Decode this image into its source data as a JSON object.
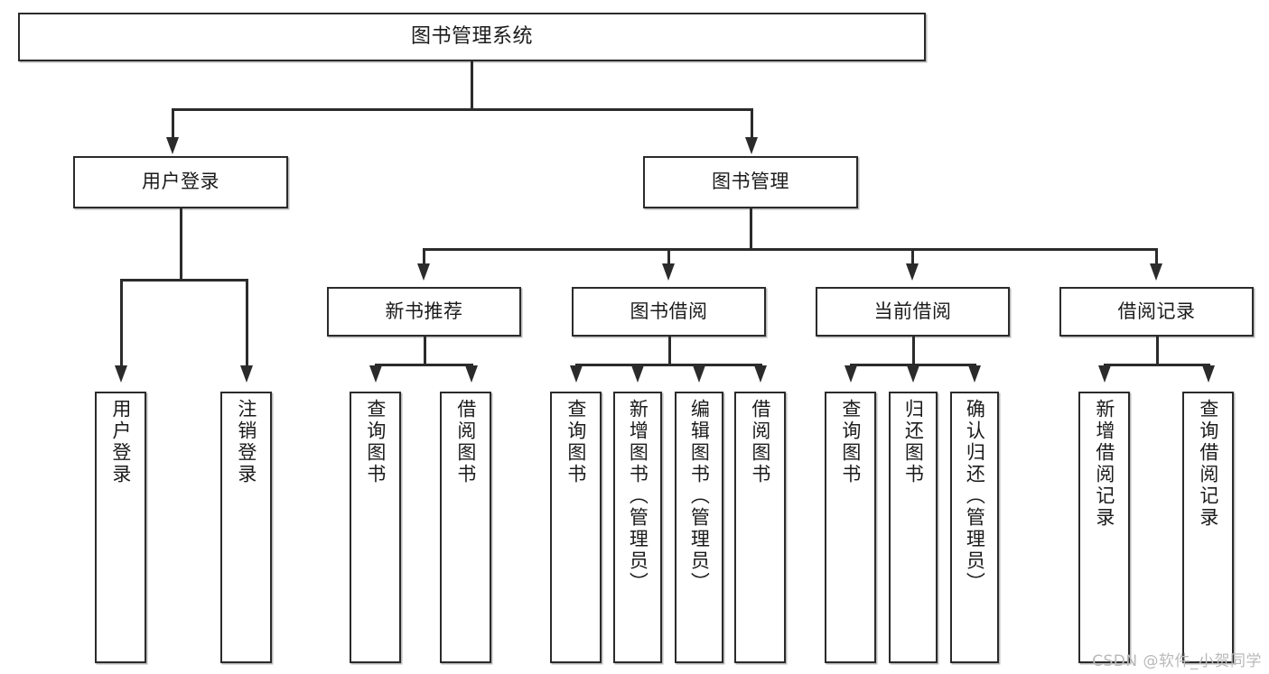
{
  "diagram": {
    "title": "图书管理系统",
    "type": "tree",
    "watermark": "CSDN @软件_小贺同学",
    "colors": {
      "stroke": "#2b2b2b",
      "fill": "#ffffff",
      "text": "#1b1b1b",
      "watermark": "#b9b9b9"
    },
    "root": {
      "label": "图书管理系统"
    },
    "level2": [
      {
        "label": "用户登录"
      },
      {
        "label": "图书管理"
      },
      {
        "label": "新书推荐"
      },
      {
        "label": "图书借阅"
      },
      {
        "label": "当前借阅"
      },
      {
        "label": "借阅记录"
      }
    ],
    "leaves": [
      {
        "label": "用户登录"
      },
      {
        "label": "注销登录"
      },
      {
        "label": "查询图书"
      },
      {
        "label": "借阅图书"
      },
      {
        "label": "查询图书"
      },
      {
        "label": "新增图书（管理员）"
      },
      {
        "label": "编辑图书（管理员）"
      },
      {
        "label": "借阅图书"
      },
      {
        "label": "查询图书"
      },
      {
        "label": "归还图书"
      },
      {
        "label": "确认归还（管理员）"
      },
      {
        "label": "新增借阅记录"
      },
      {
        "label": "查询借阅记录"
      }
    ]
  }
}
